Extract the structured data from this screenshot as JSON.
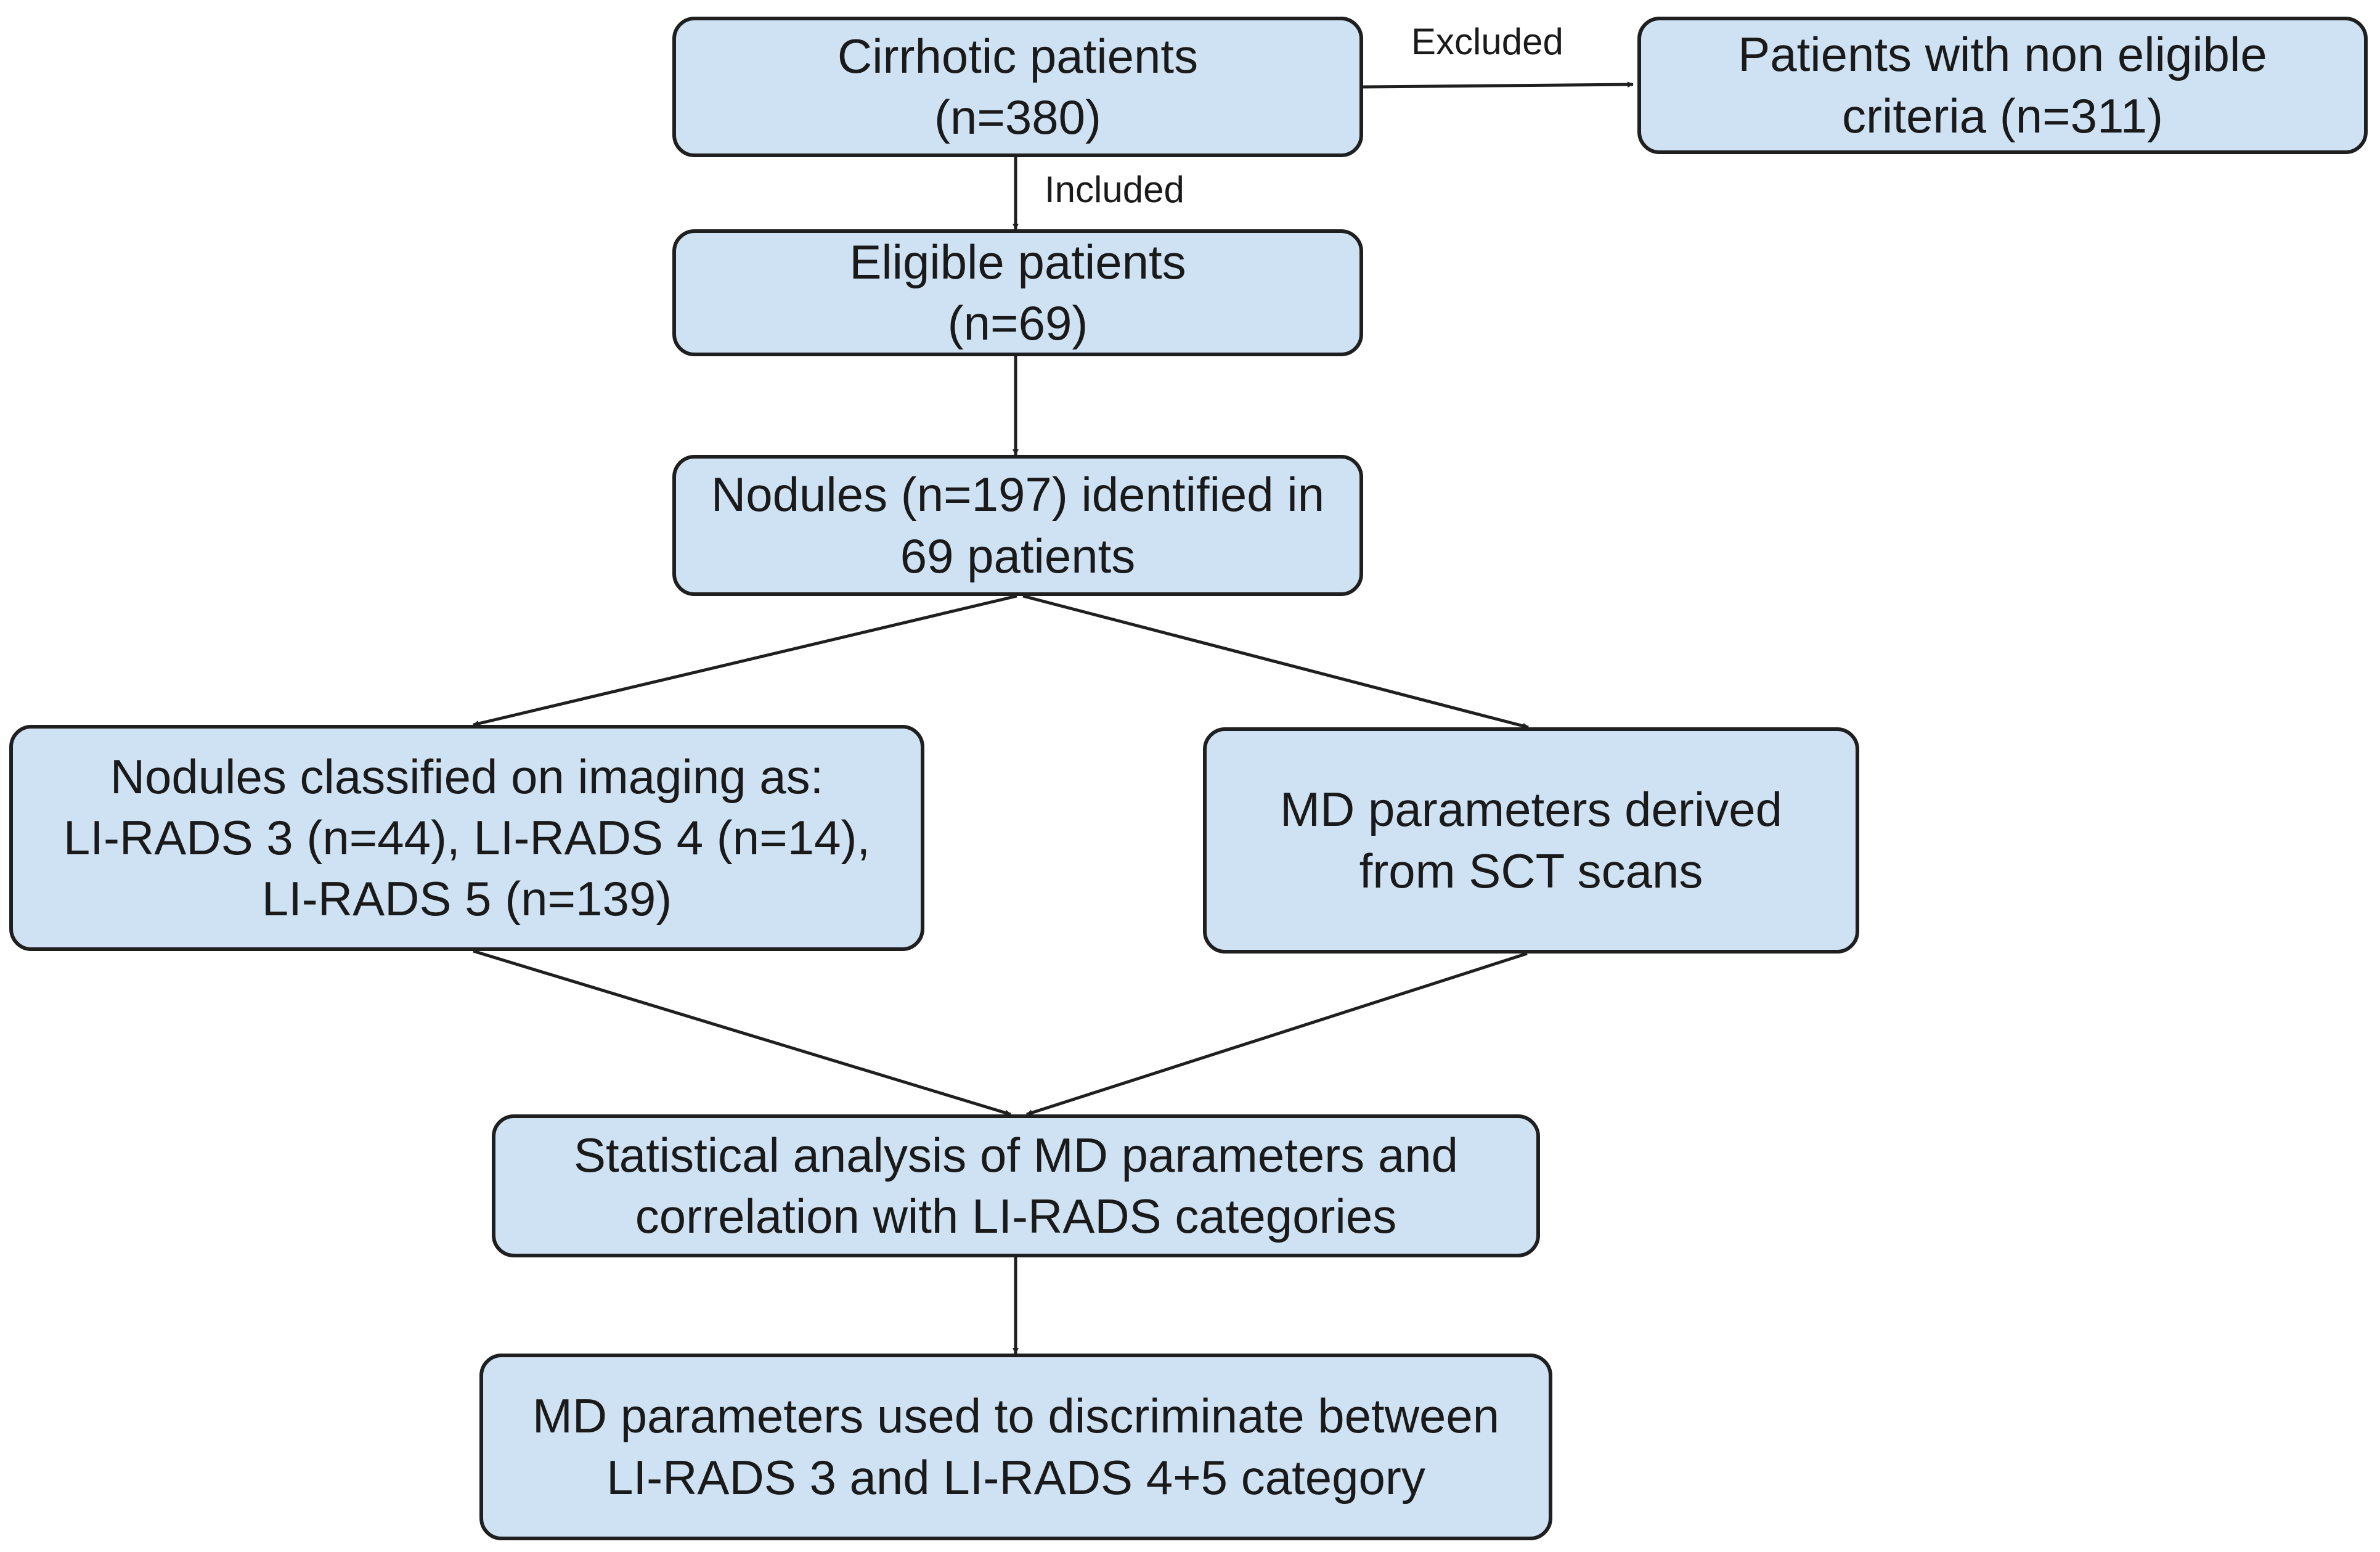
{
  "diagram": {
    "nodes": {
      "cirrhotic": {
        "lines": [
          "Cirrhotic patients",
          "(n=380)"
        ]
      },
      "non_eligible": {
        "lines": [
          "Patients with non eligible",
          "criteria (n=311)"
        ]
      },
      "eligible": {
        "lines": [
          "Eligible patients",
          "(n=69)"
        ]
      },
      "nodules": {
        "lines": [
          "Nodules (n=197) identified in",
          "69 patients"
        ]
      },
      "classified": {
        "lines": [
          "Nodules classified on imaging as:",
          "LI-RADS 3 (n=44), LI-RADS 4 (n=14),",
          "LI-RADS 5 (n=139)"
        ]
      },
      "md_derived": {
        "lines": [
          "MD parameters derived",
          "from SCT scans"
        ]
      },
      "statistical": {
        "lines": [
          "Statistical analysis of MD parameters and",
          "correlation with LI-RADS categories"
        ]
      },
      "md_used": {
        "lines": [
          "MD parameters used to discriminate between",
          "LI-RADS 3 and LI-RADS 4+5 category"
        ]
      }
    },
    "edge_labels": {
      "excluded": "Excluded",
      "included": "Included"
    },
    "colors": {
      "box_fill": "#cfe2f3",
      "box_border": "#1f1f1f",
      "arrow": "#1f1f1f"
    }
  }
}
